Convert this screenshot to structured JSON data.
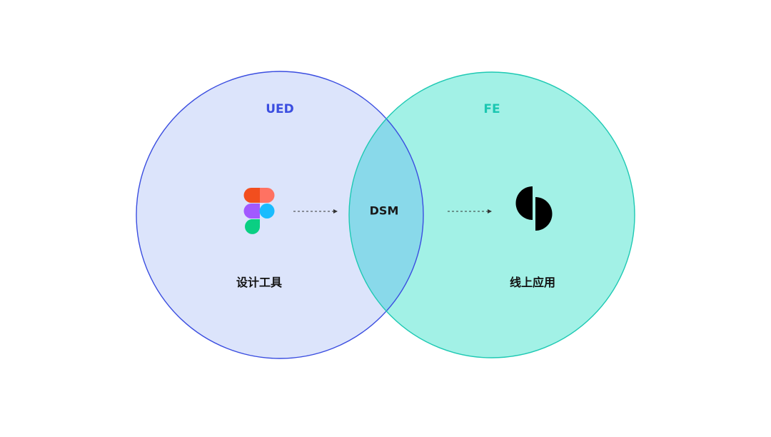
{
  "circles": {
    "left": {
      "label": "UED",
      "fill": "#dce4fb",
      "stroke": "#3a4de0",
      "label_color": "#3b4ee0"
    },
    "right": {
      "label": "FE",
      "fill": "#a2f1e6",
      "stroke": "#1ec9b3",
      "label_color": "#1cc7b1"
    },
    "overlap": {
      "label": "DSM",
      "fill": "#89d9ea"
    }
  },
  "left_item": {
    "icon": "figma-logo-icon",
    "label": "设计工具"
  },
  "right_item": {
    "icon": "sketch-split-logo-icon",
    "label": "线上应用"
  },
  "arrows": {
    "style": "dashed",
    "color": "#333333"
  },
  "figma_colors": [
    "#f24e1e",
    "#ff7262",
    "#a259ff",
    "#1abcfe",
    "#0acf83"
  ]
}
